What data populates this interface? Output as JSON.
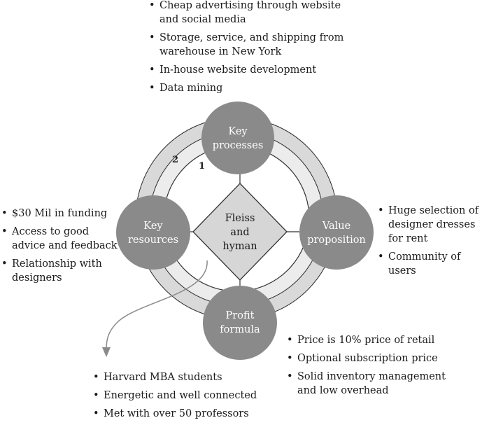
{
  "center": {
    "lines": [
      "Fleiss",
      "and",
      "hyman"
    ]
  },
  "nodes": {
    "top": {
      "lines": [
        "Key",
        "processes"
      ],
      "color": "#8a8a8a"
    },
    "left": {
      "lines": [
        "Key",
        "resources"
      ],
      "color": "#8a8a8a"
    },
    "right": {
      "lines": [
        "Value",
        "proposition"
      ],
      "color": "#8a8a8a"
    },
    "bottom": {
      "lines": [
        "Profit",
        "formula"
      ],
      "color": "#8a8a8a"
    }
  },
  "rings": {
    "outer": "2",
    "inner": "1"
  },
  "bullets": {
    "key_processes": [
      [
        "Cheap advertising through website",
        "and social media"
      ],
      [
        "Storage, service, and shipping from",
        "warehouse in New York"
      ],
      [
        "In-house website development"
      ],
      [
        "Data mining"
      ]
    ],
    "key_resources": [
      [
        "$30 Mil in funding"
      ],
      [
        "Access to good",
        "advice and feedback"
      ],
      [
        "Relationship with",
        "designers"
      ]
    ],
    "value_proposition": [
      [
        "Huge selection of",
        "designer dresses",
        "for rent"
      ],
      [
        "Community of users"
      ]
    ],
    "profit_formula": [
      [
        "Price is 10% price of retail"
      ],
      [
        "Optional subscription price"
      ],
      [
        "Solid inventory management",
        "and low overhead"
      ]
    ],
    "founders": [
      [
        "Harvard MBA students"
      ],
      [
        "Energetic and well connected"
      ],
      [
        "Met with over 50 professors"
      ]
    ]
  },
  "colors": {
    "ring_fill": "#d9d9d9",
    "node_fill": "#8a8a8a",
    "diamond_fill": "#d6d6d6",
    "stroke": "#333333"
  }
}
